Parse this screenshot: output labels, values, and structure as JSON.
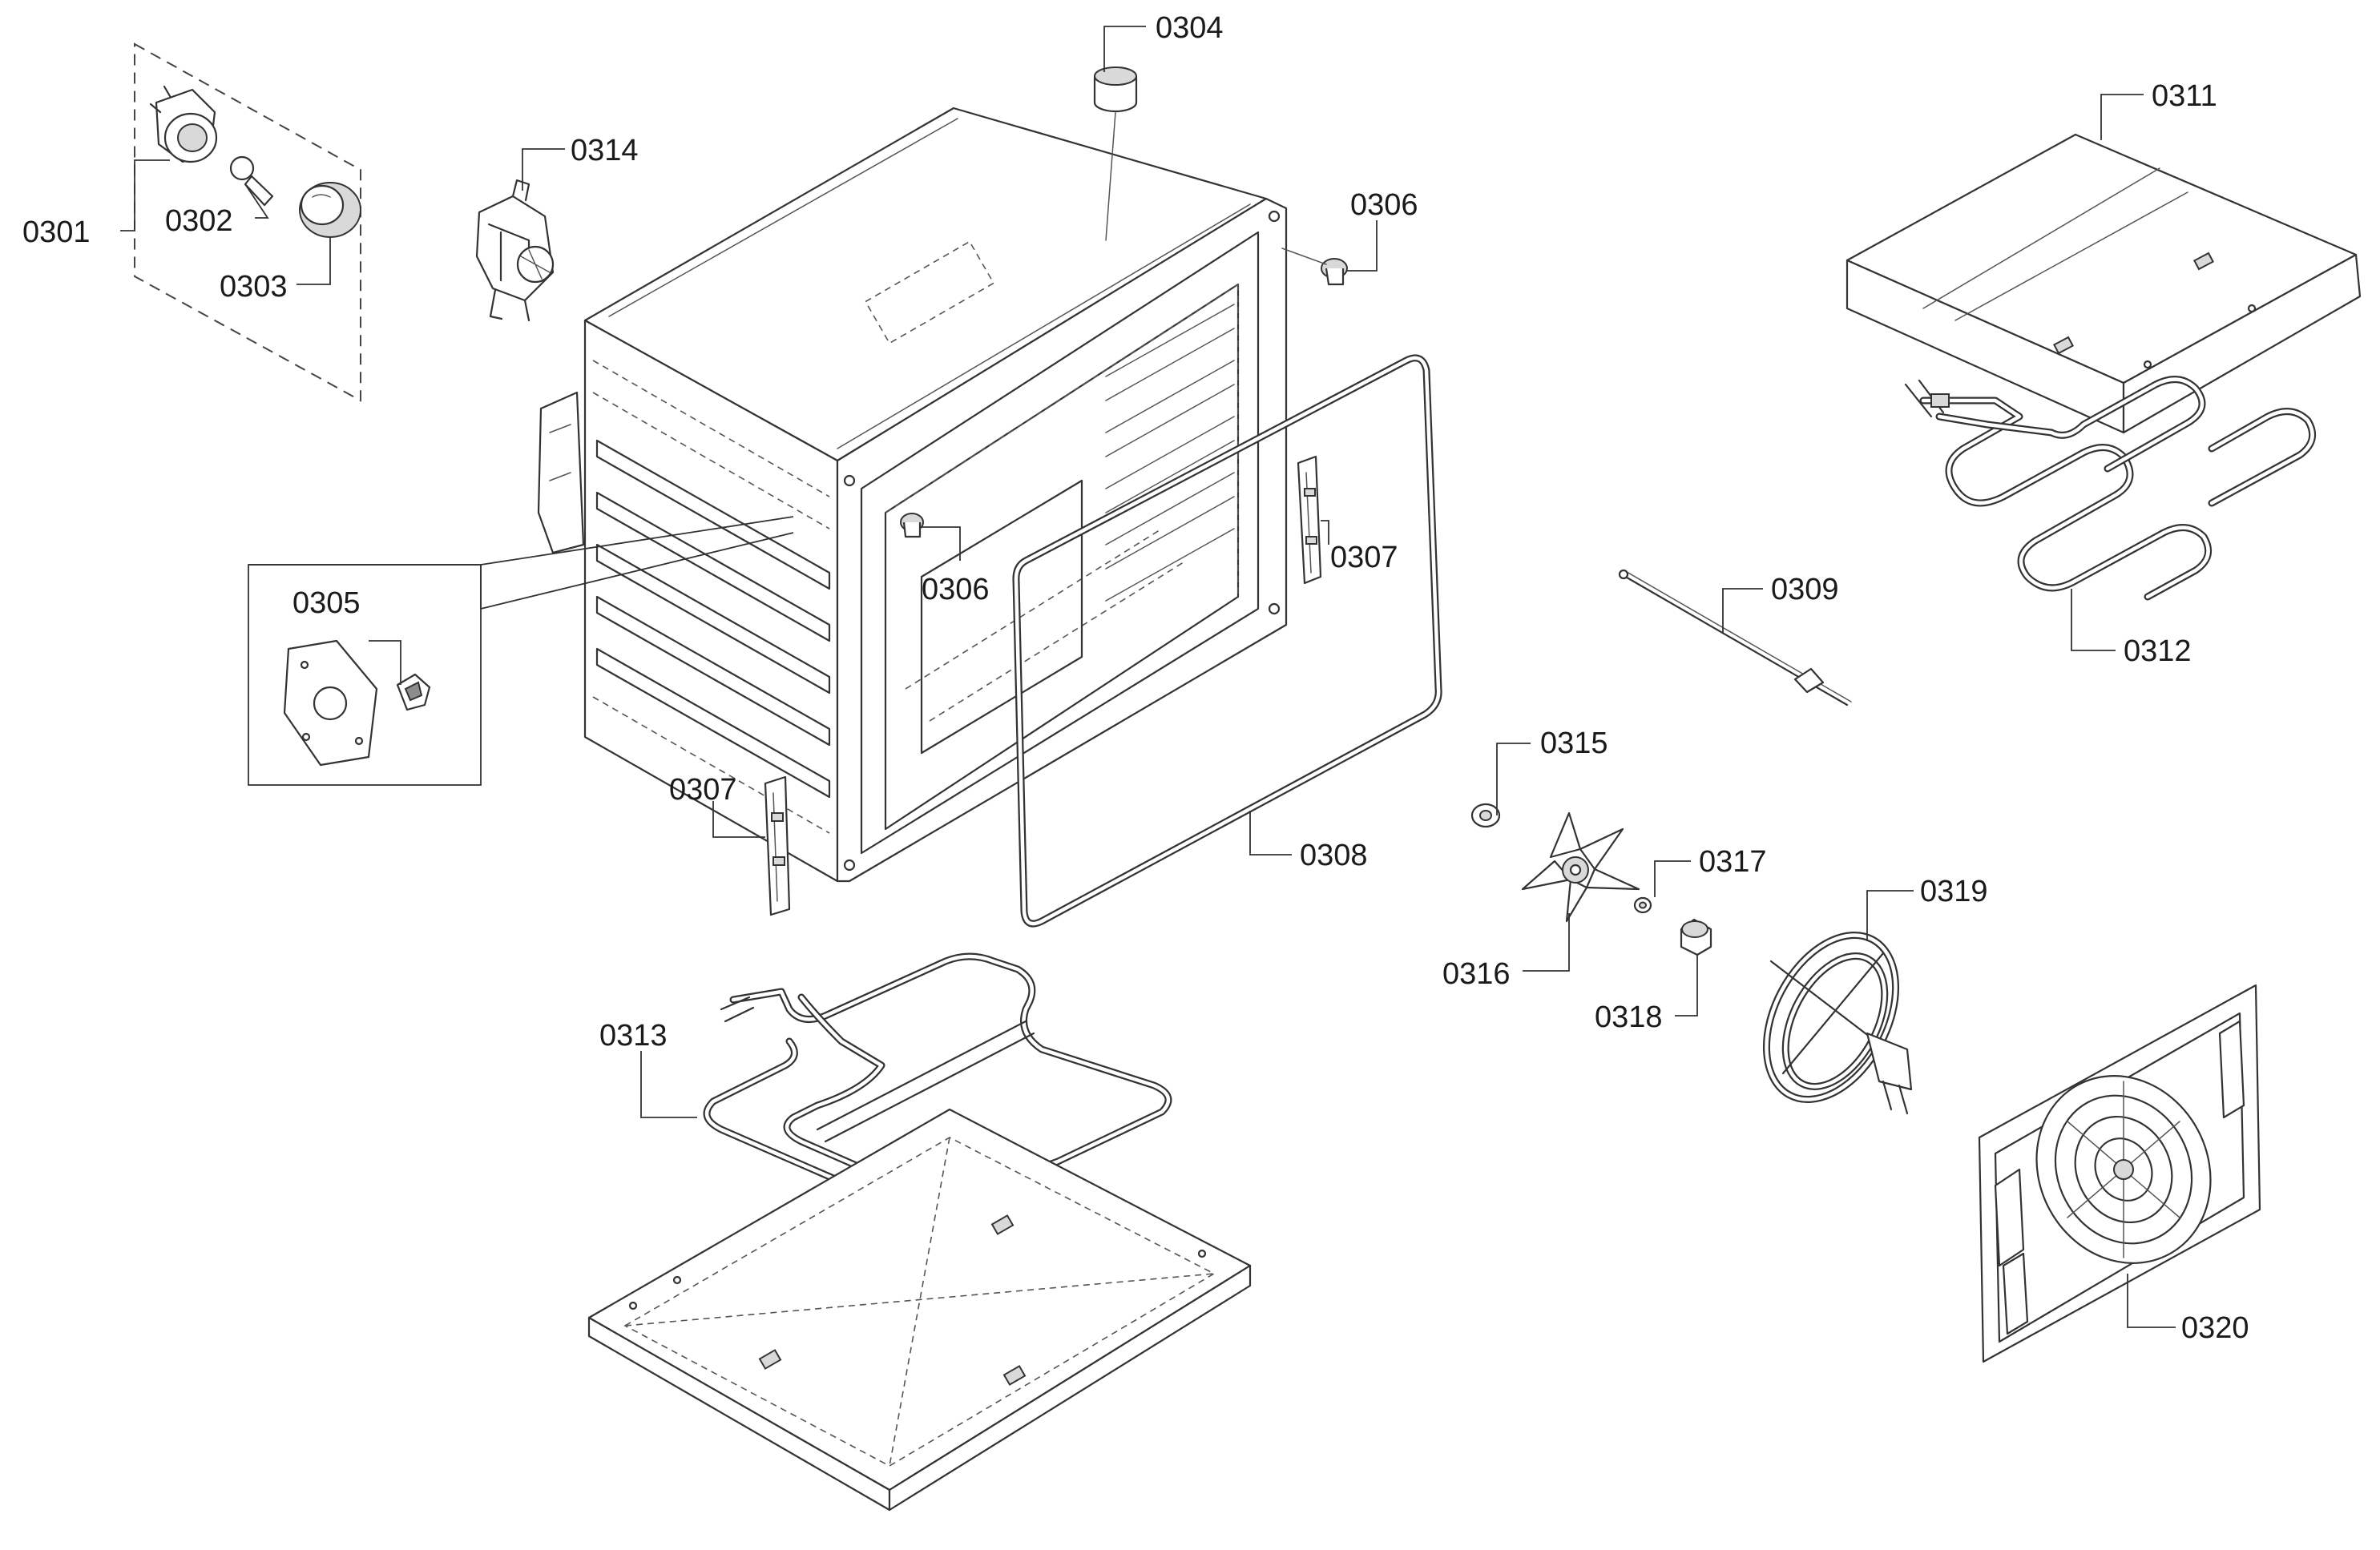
{
  "labels": {
    "l0301": "0301",
    "l0302": "0302",
    "l0303": "0303",
    "l0304": "0304",
    "l0305": "0305",
    "l0306a": "0306",
    "l0306b": "0306",
    "l0307a": "0307",
    "l0307b": "0307",
    "l0308": "0308",
    "l0309": "0309",
    "l0311": "0311",
    "l0312": "0312",
    "l0313": "0313",
    "l0314": "0314",
    "l0315": "0315",
    "l0316": "0316",
    "l0317": "0317",
    "l0318": "0318",
    "l0319": "0319",
    "l0320": "0320"
  }
}
